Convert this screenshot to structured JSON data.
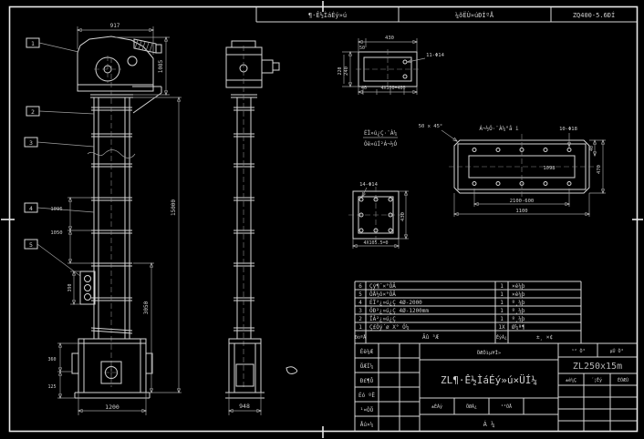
{
  "sheet": {
    "bg": "#000000",
    "line": "#d6d6d6",
    "dim": "#9e9e9e"
  },
  "header": {
    "cell1": "¶·Ê½ÌáÉý»ú",
    "cell2": "¼õËÙ»úÐÍºÅ",
    "cell3": "ZQ400-5.6ÐÍ"
  },
  "front_view": {
    "dim_width_top": "917",
    "dim_head_height": "1085",
    "dim_total_height": "15000",
    "dim_section_a": "1096",
    "dim_section_b": "1050",
    "dim_boot_height": "3050",
    "dim_bucket": "390",
    "dim_boot_a": "360",
    "dim_boot_b": "125",
    "dim_base_width": "1200",
    "balloons": [
      "1",
      "2",
      "3",
      "4",
      "5"
    ]
  },
  "side_view": {
    "dim_base_width": "948"
  },
  "detail_channel": {
    "dim_width": "430",
    "dim_50": "50",
    "dim_left_a": "240",
    "dim_left_b": "220",
    "hole_callout": "11-Φ14",
    "dim_seg": "40",
    "dim_pitch": "4X100=400",
    "note_line1": "ÉÏ»ú¿Ç·¨À¼",
    "note_line2": "Óë»úÍ²Á¬½Ó"
  },
  "detail_flange": {
    "hole_callout": "14-Φ14",
    "dim_right": "430",
    "dim_bottom": "4X105.5=0"
  },
  "detail_plate": {
    "chamfer_note": "50 x 45°",
    "title": "Á¬½Ó·¨À¼°å i",
    "hole_callout": "10-Φ18",
    "dim_inner": "1098",
    "dim_right_a": "40",
    "dim_right_b": "470",
    "dim_bottom_a": "2100-600",
    "dim_bottom_b": "1100"
  },
  "parts_table": {
    "rows": [
      {
        "no": "6",
        "name": "Çý¶¯×°ÖÃ",
        "qty": "1",
        "mat": "×é¼þ"
      },
      {
        "no": "5",
        "name": "ÕÅ½ô×°ÖÃ",
        "qty": "1",
        "mat": "×é¼þ"
      },
      {
        "no": "4",
        "name": "ÉÏ²¿»ú¿Ç 4Ø-2000",
        "qty": "1",
        "mat": "º¸¼þ"
      },
      {
        "no": "3",
        "name": "ÖÐ²¿»ú¿Ç 4Ø-1200mm",
        "qty": "1",
        "mat": "º¸¼þ"
      },
      {
        "no": "2",
        "name": "ÏÂ²¿»ú¿Ç",
        "qty": "1",
        "mat": "º¸¼þ"
      },
      {
        "no": "1",
        "name": "Ç£Òý´ø X° Ó¼",
        "qty": "1X",
        "mat": "Ø¼ª¶"
      }
    ],
    "header": {
      "no": "ÐòºÅ",
      "name": "Ãû ³Æ",
      "qty": "ÊýÁ¿",
      "mat": "±¸ ×¢"
    }
  },
  "title_block": {
    "sign_labels": [
      "Éè¼Æ",
      "ÖÆÍ¼",
      "Ð£¶Ô",
      "Éó ºË",
      "¹¤ÒÕ",
      "Åú×¼"
    ],
    "company": "ÖÆÔìµ¥Î»",
    "drawing_title": "ZL¶·Ê½ÌáÉý»ú×ÜÍ¼",
    "model": "ZL250x15m",
    "page_note_a": "¹² Ò³",
    "page_note_b": "µÚ Ò³",
    "scale_label": "±ÈÀý",
    "weight_label": "ÖØÁ¿",
    "sheet_label": "¹²ÕÅ",
    "bottom_label": "Á ¼",
    "rev_a": "±ê¼Ç",
    "rev_b": "´¦Êý",
    "rev_c": "ÈÕÆÚ"
  }
}
